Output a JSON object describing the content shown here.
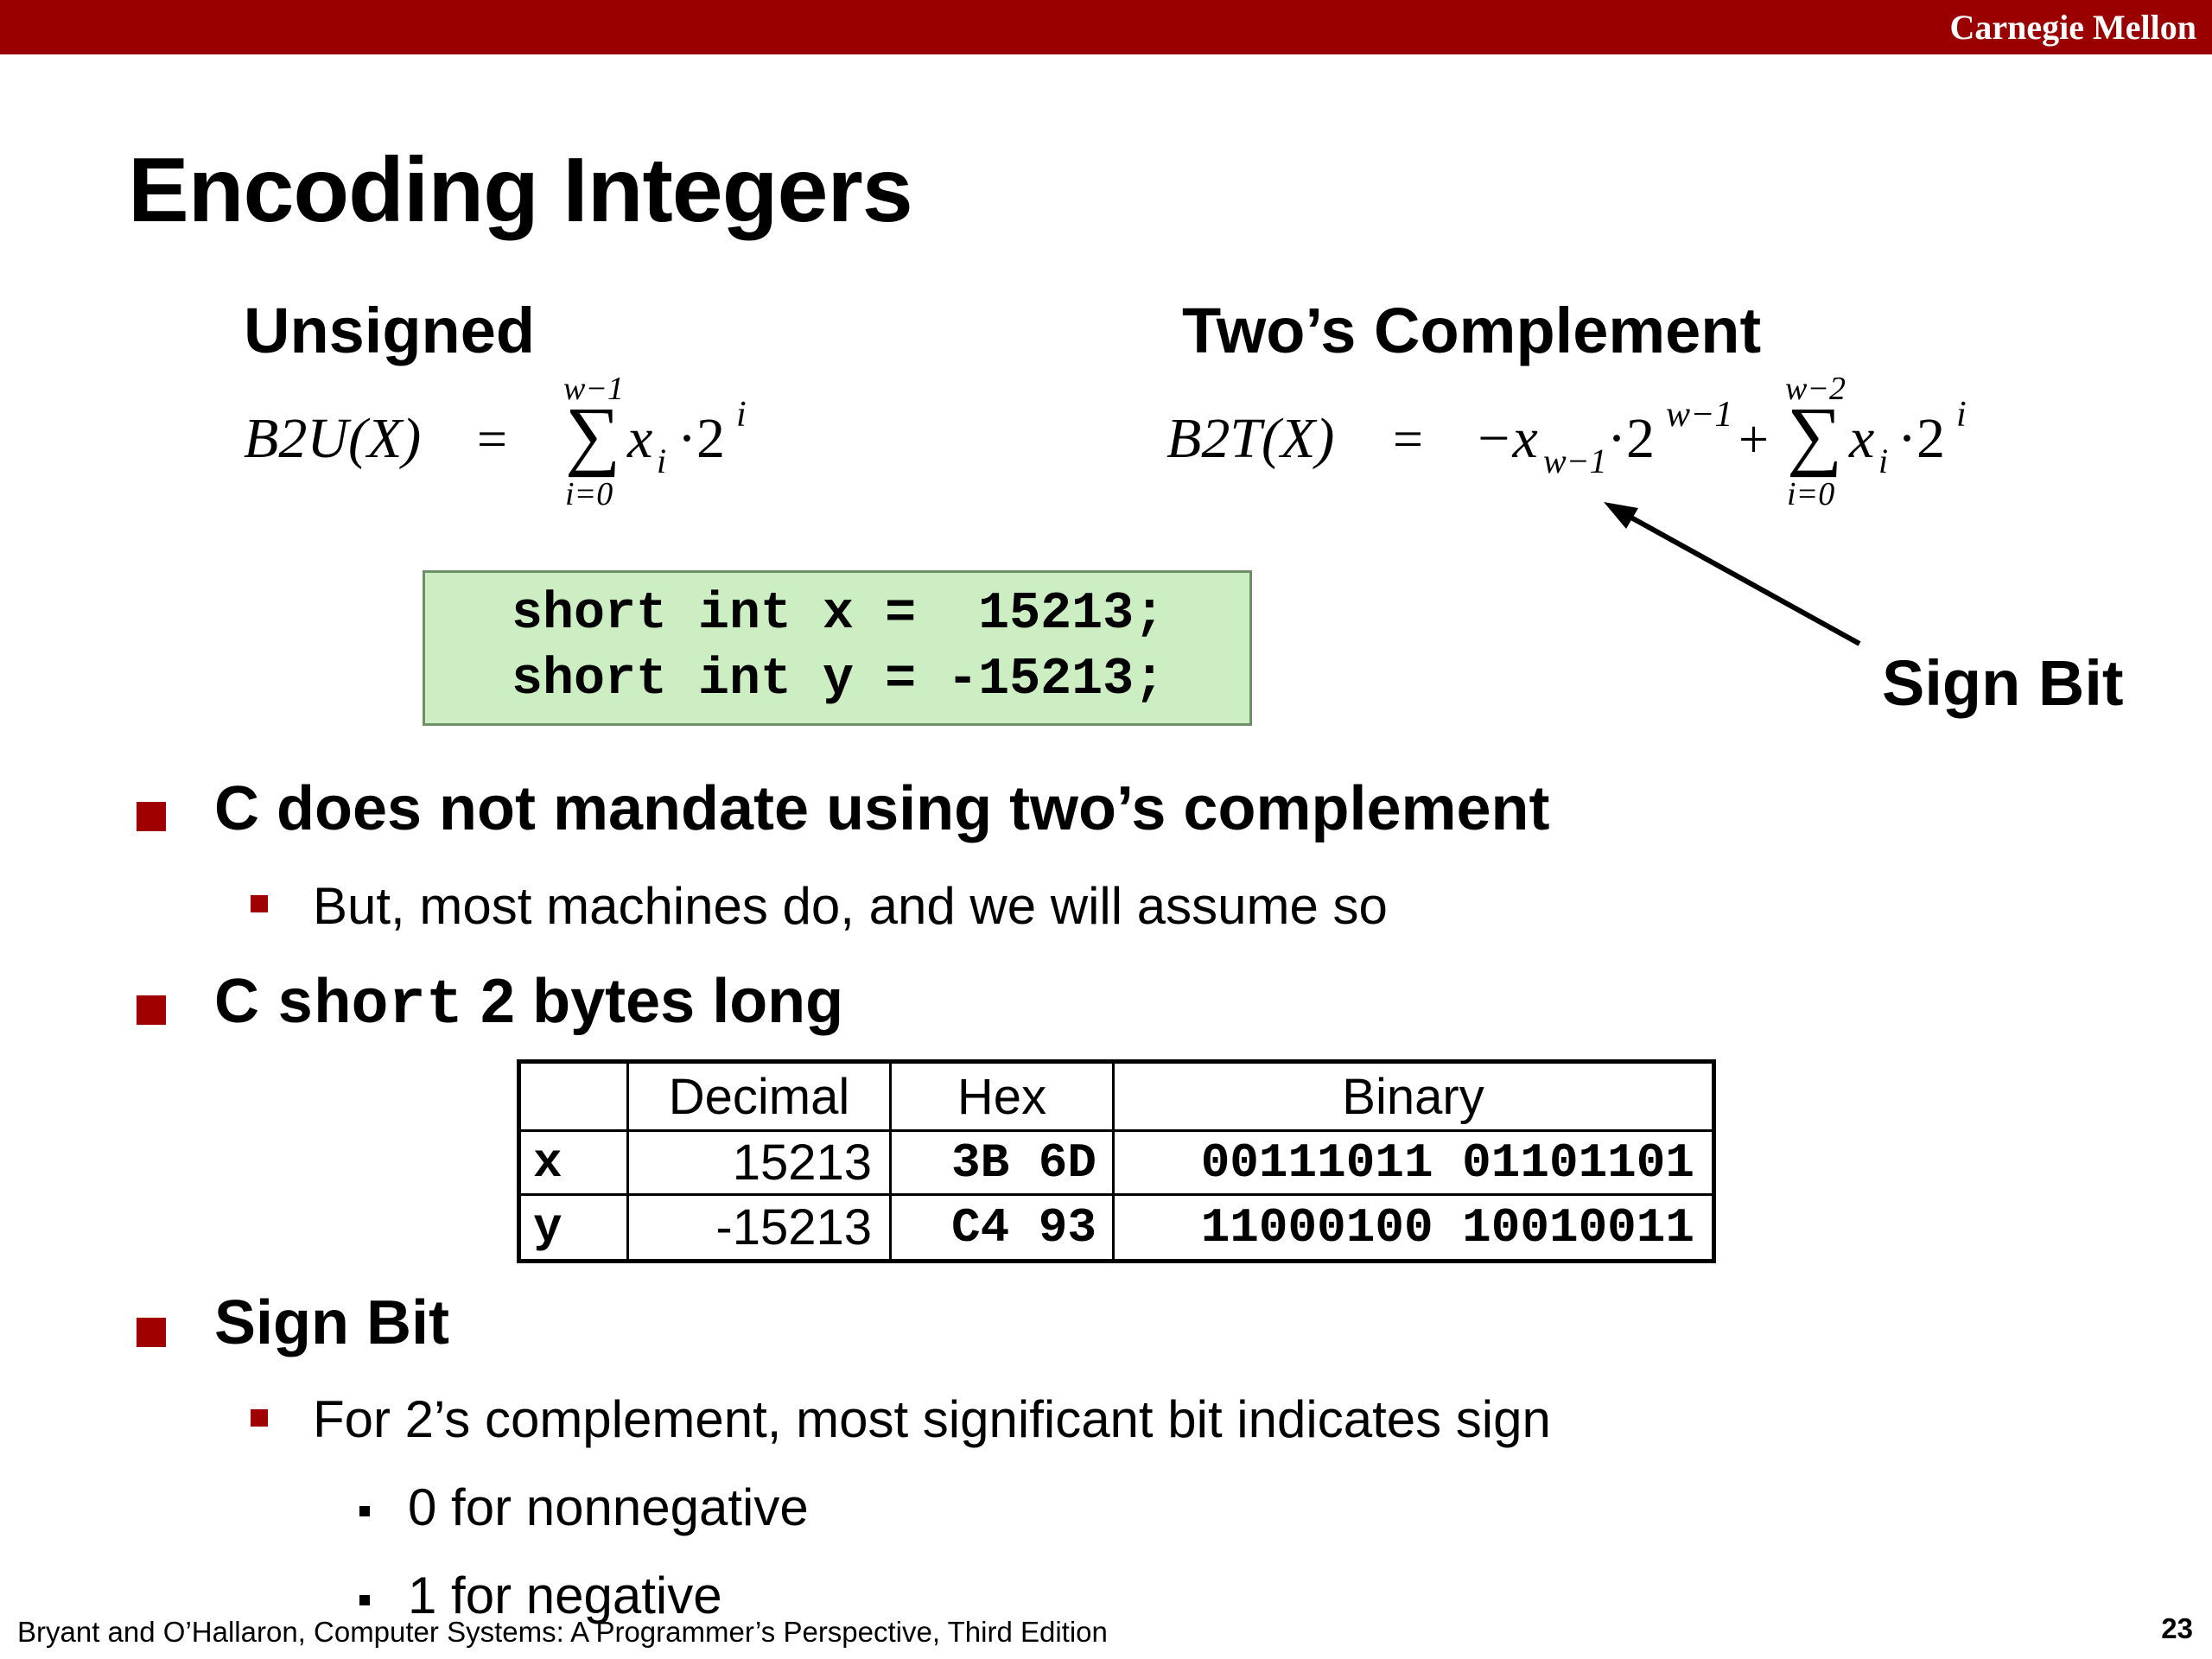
{
  "header": {
    "brand": "Carnegie Mellon"
  },
  "title": "Encoding Integers",
  "unsigned": {
    "heading": "Unsigned",
    "lhs": "B2U(X)",
    "eq": "=",
    "sum_upper": "w−1",
    "sum_lower": "i=0",
    "sum_symbol": "∑",
    "term_var": "x",
    "term_sub": "i",
    "term_mult": "·2",
    "term_sup": "i"
  },
  "twos_complement": {
    "heading": "Two’s Complement",
    "lhs": "B2T(X)",
    "eq": "=",
    "neg_term": "−x",
    "neg_sub": "w−1",
    "neg_mult": "·2",
    "neg_sup": "w−1",
    "plus": "+",
    "sum_upper": "w−2",
    "sum_lower": "i=0",
    "sum_symbol": "∑",
    "term_var": "x",
    "term_sub": "i",
    "term_mult": "·2",
    "term_sup": "i",
    "arrow_label": "Sign Bit"
  },
  "code": {
    "line1": "short int x =  15213;",
    "line2": "short int y = -15213;"
  },
  "bullets": {
    "b1": "C does not mandate using two’s complement",
    "b1_sub": "But, most machines do, and we will assume so",
    "b2_prefix": "C ",
    "b2_code": "short",
    "b2_suffix": " 2 bytes long",
    "b3": "Sign Bit",
    "b3_sub": "For 2’s complement, most significant bit indicates sign",
    "b3_sub_a": "0 for nonnegative",
    "b3_sub_b": "1 for negative"
  },
  "table": {
    "headers": [
      "",
      "Decimal",
      "Hex",
      "Binary"
    ],
    "rows": [
      {
        "label": "x",
        "decimal": "15213",
        "hex": "3B 6D",
        "binary": "00111011 01101101"
      },
      {
        "label": "y",
        "decimal": "-15213",
        "hex": "C4 93",
        "binary": "11000100 10010011"
      }
    ]
  },
  "footer": {
    "credit": "Bryant and O’Hallaron, Computer Systems: A Programmer’s Perspective, Third Edition",
    "page": "23"
  },
  "colors": {
    "header_bar": "#9a0000",
    "bullet": "#a00000",
    "code_bg": "#cdeec3"
  }
}
